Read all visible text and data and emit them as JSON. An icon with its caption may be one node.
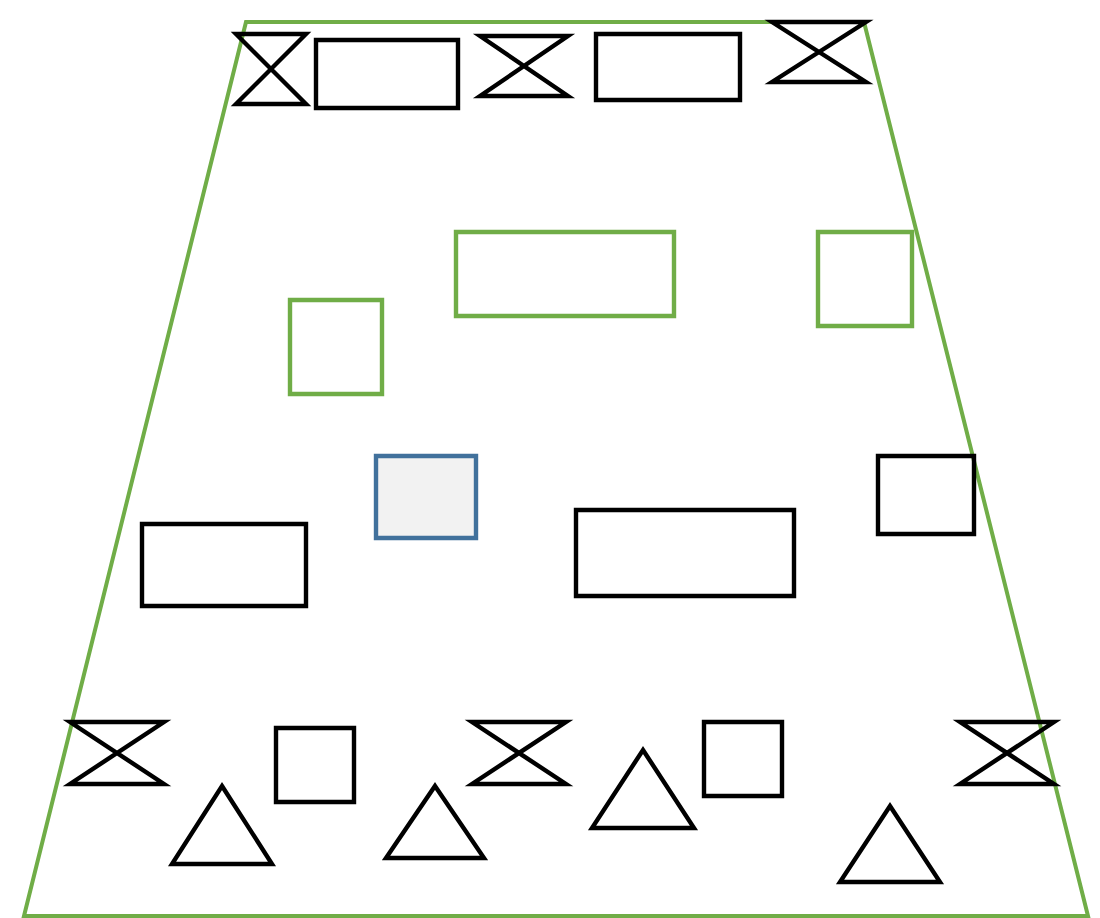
{
  "diagram": {
    "nodes": [
      {
        "text": [],
        "shape": "trapezoid"
      },
      {
        "text": [],
        "shape": "hourglass",
        "in": 0
      },
      {
        "text": [],
        "shape": "box",
        "in": 0
      },
      {
        "text": [],
        "shape": "hourglass",
        "in": 0
      },
      {
        "text": [],
        "shape": "box",
        "in": 0
      },
      {
        "text": [],
        "shape": "hourglass",
        "in": 0
      },
      {
        "text": [],
        "shape": "box",
        "in": 0
      },
      {
        "text": [],
        "shape": "box",
        "in": 0
      },
      {
        "text": [],
        "shape": "box",
        "in": 0
      },
      {
        "text": [],
        "shape": "box",
        "in": 0
      },
      {
        "text": [],
        "shape": "box",
        "in": 0
      },
      {
        "text": [],
        "shape": "box",
        "in": 0
      },
      {
        "text": [],
        "shape": "box",
        "in": 0
      },
      {
        "text": [],
        "shape": "hourglass",
        "in": 0
      },
      {
        "text": [],
        "shape": "box",
        "in": 0
      },
      {
        "text": [],
        "shape": "triangle",
        "in": 0
      },
      {
        "text": [],
        "shape": "triangle",
        "in": 0
      },
      {
        "text": [],
        "shape": "hourglass",
        "in": 0
      },
      {
        "text": [],
        "shape": "triangle",
        "in": 0
      },
      {
        "text": [],
        "shape": "box",
        "in": 0
      },
      {
        "text": [],
        "shape": "triangle",
        "in": 0
      },
      {
        "text": [],
        "shape": "hourglass",
        "in": 0
      }
    ]
  }
}
